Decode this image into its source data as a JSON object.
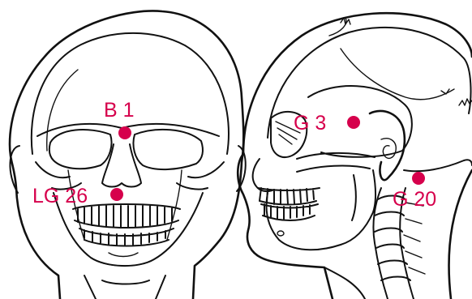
{
  "accent_color": "#d6004c",
  "line_color": "#111111",
  "figures": [
    {
      "id": "front-view",
      "subject": "skull front view"
    },
    {
      "id": "side-view",
      "subject": "skull side view with cervical spine"
    }
  ],
  "points": [
    {
      "id": "b1",
      "label": "B 1"
    },
    {
      "id": "lg26",
      "label": "LG 26"
    },
    {
      "id": "g3",
      "label": "G 3"
    },
    {
      "id": "g20",
      "label": "G 20"
    }
  ]
}
